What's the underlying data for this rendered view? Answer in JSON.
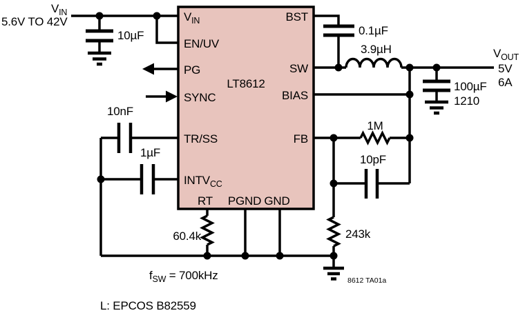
{
  "colors": {
    "ic_fill": "#e8c4bd",
    "line": "#000000",
    "background": "#ffffff"
  },
  "input": {
    "label": {
      "main": "V",
      "sub": "IN"
    },
    "range": "5.6V TO 42V",
    "cap": "10µF"
  },
  "ic": {
    "name": "LT8612",
    "pins_left": [
      {
        "main": "V",
        "sub": "IN"
      },
      "EN/UV",
      "PG",
      "SYNC",
      "TR/SS",
      {
        "main": "INTV",
        "sub": "CC"
      }
    ],
    "pins_bottom": [
      "RT",
      "PGND",
      "GND"
    ],
    "pins_right": [
      "BST",
      "SW",
      "BIAS",
      "FB"
    ]
  },
  "components": {
    "bst_cap": "0.1µF",
    "inductor": "3.9µH",
    "out_cap": "100µF",
    "out_cap_size": "1210",
    "fb_res_top": "1M",
    "fb_cap": "10pF",
    "fb_res_bottom": "243k",
    "rt_res": "60.4k",
    "ss_cap": "10nF",
    "intvcc_cap": "1µF"
  },
  "output": {
    "label": {
      "main": "V",
      "sub": "OUT"
    },
    "voltage": "5V",
    "current": "6A"
  },
  "notes": {
    "freq": {
      "main": "f",
      "sub": "SW",
      "rest": " = 700kHz"
    },
    "inductor_note": "L: EPCOS B82559",
    "figure_id": "8612 TA01a"
  }
}
